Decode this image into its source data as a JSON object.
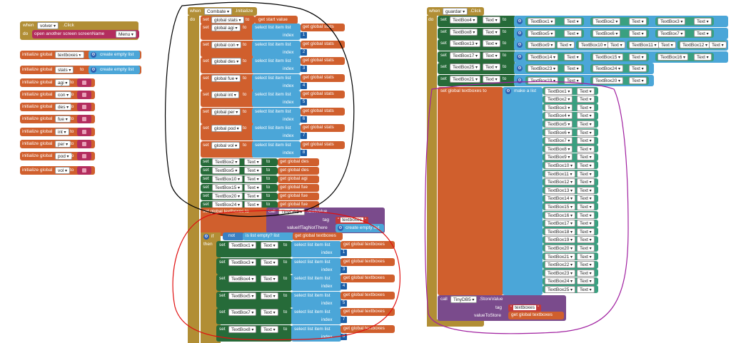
{
  "left": {
    "when_label": "when",
    "component": "volver",
    "event": ".Click",
    "do_label": "do",
    "open_label": "open another screen  screenName",
    "screen_name": "Menu",
    "init_label": "initialize global",
    "to_label": "to",
    "create_empty_list": "create empty list",
    "globals": [
      "textboxes",
      "stats",
      "agi",
      "con",
      "des",
      "fue",
      "int",
      "per",
      "pod",
      "vol"
    ]
  },
  "middle": {
    "when_label": "when",
    "component": "Combate",
    "event": ".Initialize",
    "do_label": "do",
    "set_label": "set",
    "to_label": "to",
    "get_start_value": "get start value",
    "select_label": "select list item  list",
    "index_label": "index",
    "get_global_stats": "get global stats",
    "stat_sets": [
      {
        "var": "global agi",
        "index": "1"
      },
      {
        "var": "global con",
        "index": "2"
      },
      {
        "var": "global des",
        "index": "3"
      },
      {
        "var": "global fue",
        "index": "4"
      },
      {
        "var": "global int",
        "index": "5"
      },
      {
        "var": "global per",
        "index": "6"
      },
      {
        "var": "global pod",
        "index": "7"
      },
      {
        "var": "global vol",
        "index": "8"
      }
    ],
    "text_sets": [
      {
        "box": "TextBox2",
        "prop": "Text",
        "get": "get global des"
      },
      {
        "box": "TextBox5",
        "prop": "Text",
        "get": "get global des"
      },
      {
        "box": "TextBox10",
        "prop": "Text",
        "get": "get global agi"
      },
      {
        "box": "TextBox15",
        "prop": "Text",
        "get": "get global fue"
      },
      {
        "box": "TextBox20",
        "prop": "Text",
        "get": "get global fue"
      },
      {
        "box": "TextBox24",
        "prop": "Text",
        "get": "get global fue"
      }
    ],
    "tinydb_set": "set global textboxes  to",
    "call_label": "call",
    "tinydb": "TinyDB5",
    "getvalue": ".GetValue",
    "tag_label": "tag",
    "tag_value": "textboxes",
    "value_if_label": "valueIfTagNotThere",
    "if_label": "if",
    "not_label": "not",
    "is_empty_label": "is list empty?  list",
    "get_global_textboxes": "get global textboxes",
    "then_label": "then",
    "then_sets": [
      {
        "box": "TextBox1",
        "prop": "Text",
        "index": "1"
      },
      {
        "box": "TextBox3",
        "prop": "Text",
        "index": "3"
      },
      {
        "box": "TextBox4",
        "prop": "Text",
        "index": "4"
      },
      {
        "box": "TextBox5",
        "prop": "Text",
        "index": "5"
      },
      {
        "box": "TextBox7",
        "prop": "Text",
        "index": "7"
      },
      {
        "box": "TextBox8",
        "prop": "Text",
        "index": "8"
      }
    ]
  },
  "right": {
    "when_label": "when",
    "component": "guardar",
    "event": ".Click",
    "do_label": "do",
    "set_label": "set",
    "to_label": "to",
    "prop": "Text",
    "join_rows": [
      {
        "target": "TextBox4",
        "parts": [
          "TextBox1",
          "TextBox2",
          "TextBox3"
        ]
      },
      {
        "target": "TextBox8",
        "parts": [
          "TextBox5",
          "TextBox6",
          "TextBox7"
        ]
      },
      {
        "target": "TextBox13",
        "parts": [
          "TextBox9",
          "TextBox10",
          "TextBox11",
          "TextBox12"
        ]
      },
      {
        "target": "TextBox17",
        "parts": [
          "TextBox14",
          "TextBox15",
          "TextBox16"
        ]
      },
      {
        "target": "TextBox25",
        "parts": [
          "TextBox23",
          "TextBox24"
        ]
      },
      {
        "target": "TextBox21",
        "parts": [
          "TextBox19",
          "TextBox20"
        ]
      }
    ],
    "set_textboxes": "set global textboxes  to",
    "make_list": "make a list",
    "list_items": [
      "TextBox1",
      "TextBox2",
      "TextBox3",
      "TextBox4",
      "TextBox5",
      "TextBox6",
      "TextBox7",
      "TextBox8",
      "TextBox9",
      "TextBox10",
      "TextBox11",
      "TextBox12",
      "TextBox13",
      "TextBox14",
      "TextBox15",
      "TextBox16",
      "TextBox17",
      "TextBox18",
      "TextBox19",
      "TextBox20",
      "TextBox21",
      "TextBox22",
      "TextBox23",
      "TextBox24",
      "TextBox25"
    ],
    "call_label": "call",
    "tinydb": "TinyDB5",
    "storevalue": ".StoreValue",
    "tag_label": "tag",
    "tag_value": "textboxes",
    "value_to_store_label": "valueToStore",
    "get_global_textboxes": "get global textboxes"
  }
}
